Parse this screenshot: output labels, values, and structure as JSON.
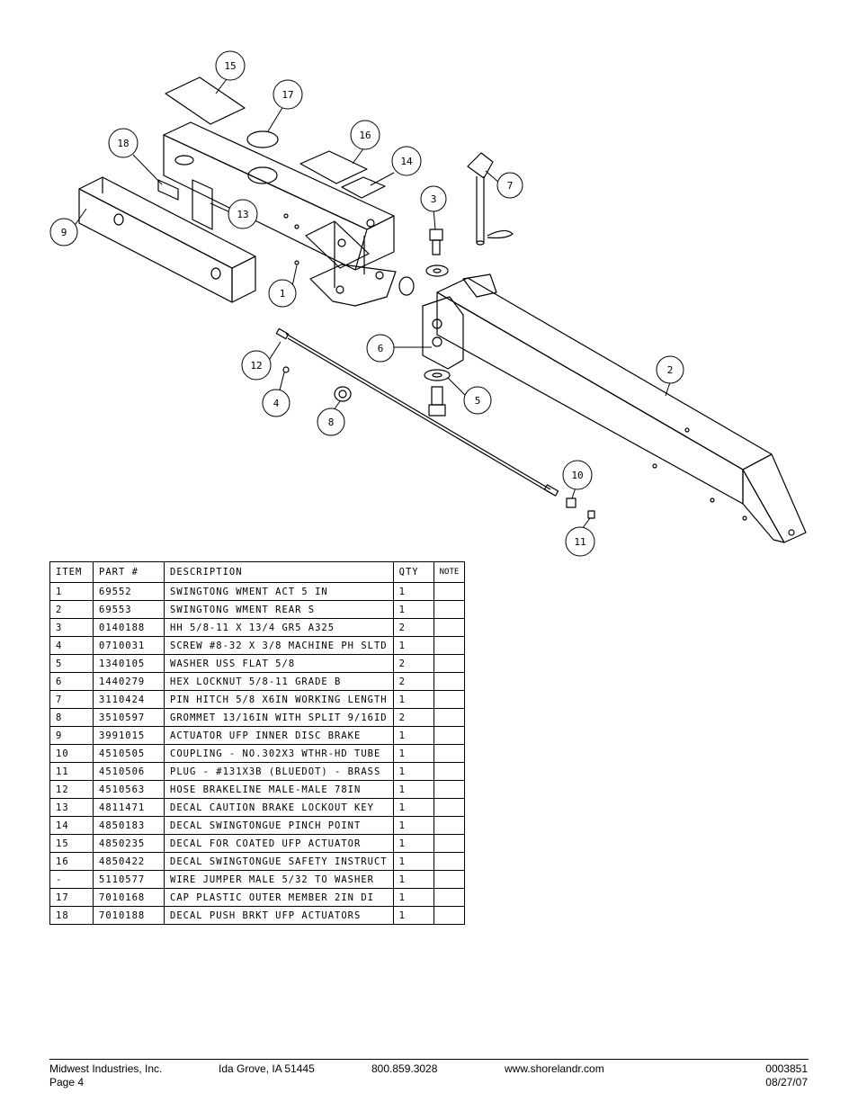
{
  "callouts": [
    "1",
    "2",
    "3",
    "4",
    "5",
    "6",
    "7",
    "8",
    "9",
    "10",
    "11",
    "12",
    "13",
    "14",
    "15",
    "16",
    "17",
    "18"
  ],
  "table": {
    "headers": [
      "ITEM",
      "PART #",
      "DESCRIPTION",
      "QTY",
      "NOTE"
    ],
    "rows": [
      {
        "item": "1",
        "part": "69552",
        "desc": "SWINGTONG WMENT ACT 5 IN",
        "qty": "1",
        "note": ""
      },
      {
        "item": "2",
        "part": "69553",
        "desc": "SWINGTONG WMENT REAR S",
        "qty": "1",
        "note": ""
      },
      {
        "item": "3",
        "part": "0140188",
        "desc": "HH 5/8-11 X 13/4  GR5 A325",
        "qty": "2",
        "note": ""
      },
      {
        "item": "4",
        "part": "0710031",
        "desc": "SCREW #8-32 X 3/8 MACHINE PH SLTD",
        "qty": "1",
        "note": ""
      },
      {
        "item": "5",
        "part": "1340105",
        "desc": "WASHER USS FLAT 5/8",
        "qty": "2",
        "note": ""
      },
      {
        "item": "6",
        "part": "1440279",
        "desc": "HEX LOCKNUT 5/8-11 GRADE B",
        "qty": "2",
        "note": ""
      },
      {
        "item": "7",
        "part": "3110424",
        "desc": "PIN HITCH 5/8 X6IN WORKING LENGTH",
        "qty": "1",
        "note": ""
      },
      {
        "item": "8",
        "part": "3510597",
        "desc": "GROMMET 13/16IN  WITH SPLIT 9/16ID",
        "qty": "2",
        "note": ""
      },
      {
        "item": "9",
        "part": "3991015",
        "desc": "ACTUATOR UFP INNER  DISC BRAKE",
        "qty": "1",
        "note": ""
      },
      {
        "item": "10",
        "part": "4510505",
        "desc": "COUPLING - NO.302X3 WTHR-HD TUBE",
        "qty": "1",
        "note": ""
      },
      {
        "item": "11",
        "part": "4510506",
        "desc": "PLUG - #131X3B (BLUEDOT) - BRASS",
        "qty": "1",
        "note": ""
      },
      {
        "item": "12",
        "part": "4510563",
        "desc": "HOSE BRAKELINE MALE-MALE 78IN",
        "qty": "1",
        "note": ""
      },
      {
        "item": "13",
        "part": "4811471",
        "desc": "DECAL CAUTION BRAKE LOCKOUT KEY",
        "qty": "1",
        "note": ""
      },
      {
        "item": "14",
        "part": "4850183",
        "desc": "DECAL SWINGTONGUE PINCH POINT",
        "qty": "1",
        "note": ""
      },
      {
        "item": "15",
        "part": "4850235",
        "desc": "DECAL FOR COATED UFP ACTUATOR",
        "qty": "1",
        "note": ""
      },
      {
        "item": "16",
        "part": "4850422",
        "desc": "DECAL SWINGTONGUE SAFETY INSTRUCT",
        "qty": "1",
        "note": ""
      },
      {
        "item": "-",
        "part": "5110577",
        "desc": "WIRE JUMPER MALE 5/32 TO WASHER",
        "qty": "1",
        "note": ""
      },
      {
        "item": "17",
        "part": "7010168",
        "desc": "CAP  PLASTIC OUTER MEMBER 2IN DI",
        "qty": "1",
        "note": ""
      },
      {
        "item": "18",
        "part": "7010188",
        "desc": "DECAL PUSH BRKT UFP ACTUATORS",
        "qty": "1",
        "note": ""
      }
    ]
  },
  "footer": {
    "company": "Midwest Industries, Inc.",
    "page": "Page 4",
    "city": "Ida Grove, IA 51445",
    "phone": "800.859.3028",
    "website": "www.shorelandr.com",
    "doc_number": "0003851",
    "date": "08/27/07"
  }
}
